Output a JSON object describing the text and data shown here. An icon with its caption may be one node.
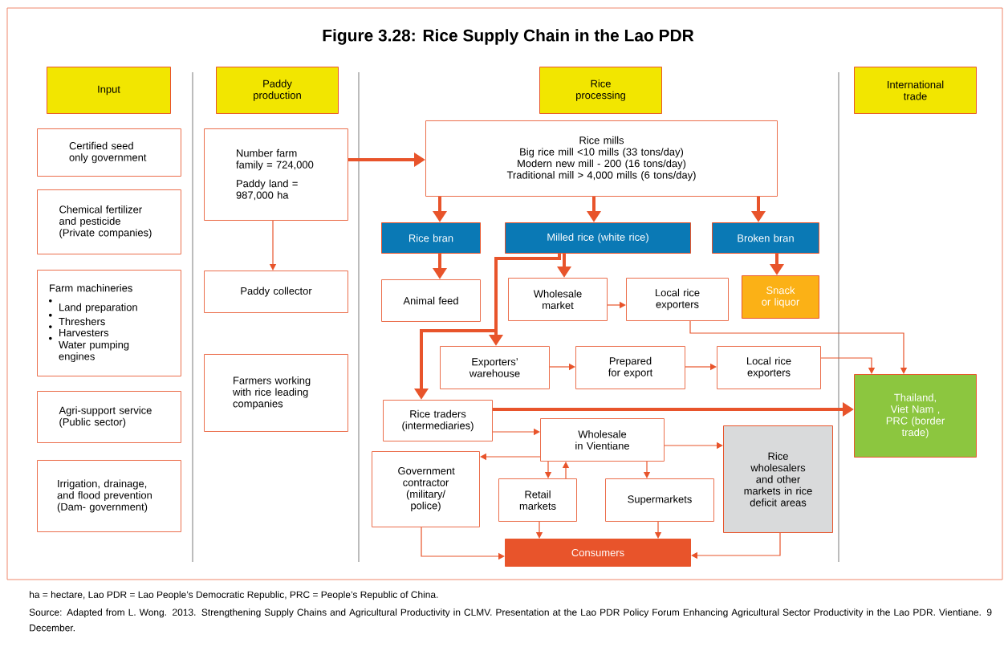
{
  "diagram": {
    "title": "Figure 3.28: Rice Supply Chain in the Lao PDR",
    "nodes": [
      {
        "text": [
          "Input"
        ]
      },
      {
        "text": [
          "Paddy production"
        ]
      },
      {
        "text": [
          "Rice processing"
        ]
      },
      {
        "text": [
          "International trade"
        ]
      },
      {
        "text": [
          "Certified seed only government"
        ]
      },
      {
        "text": [
          "Chemical fertilizer and pesticide (Private companies)"
        ]
      },
      {
        "text": [
          "Farm machineries",
          "Land preparation",
          "Threshers",
          "Harvesters",
          "Water pumping engines"
        ]
      },
      {
        "text": [
          "Agri-support service (Public sector)"
        ]
      },
      {
        "text": [
          "Irrigation, drainage, and flood prevention (Dam- government)"
        ]
      },
      {
        "text": [
          "Number farm family = 724,000",
          "Paddy land = 987,000 ha"
        ]
      },
      {
        "text": [
          "Paddy collector"
        ]
      },
      {
        "text": [
          "Farmers working with rice leading companies"
        ]
      },
      {
        "text": [
          "Rice mills",
          "Big rice mill <10 mills (33 tons/day)",
          "Modern new mill - 200 (16 tons/day)",
          "Traditional mill > 4,000 mills (6 tons/day)"
        ]
      },
      {
        "text": [
          "Rice bran"
        ]
      },
      {
        "text": [
          "Milled rice (white rice)"
        ]
      },
      {
        "text": [
          "Broken bran"
        ]
      },
      {
        "text": [
          "Animal feed"
        ]
      },
      {
        "text": [
          "Wholesale market"
        ]
      },
      {
        "text": [
          "Local rice exporters"
        ]
      },
      {
        "text": [
          "Snack or liquor"
        ]
      },
      {
        "text": [
          "Exporters’ warehouse"
        ]
      },
      {
        "text": [
          "Prepared for export"
        ]
      },
      {
        "text": [
          "Local rice exporters"
        ]
      },
      {
        "text": [
          "Thailand, Viet Nam , PRC (border trade)"
        ]
      },
      {
        "text": [
          "Rice traders (intermediaries)"
        ]
      },
      {
        "text": [
          "Wholesale in Vientiane"
        ]
      },
      {
        "text": [
          "Government contractor (military/ police)"
        ]
      },
      {
        "text": [
          "Retail markets"
        ]
      },
      {
        "text": [
          "Supermarkets"
        ]
      },
      {
        "text": [
          "Rice wholesalers and other markets in rice deficit areas"
        ]
      },
      {
        "text": [
          "Consumers"
        ]
      }
    ],
    "edges": [
      {
        "from": 9,
        "to": 12,
        "arrow": "to",
        "style": "thick"
      },
      {
        "from": 9,
        "to": 10,
        "arrow": "to"
      },
      {
        "from": 12,
        "to": 13,
        "arrow": "to",
        "style": "thick"
      },
      {
        "from": 12,
        "to": 14,
        "arrow": "to",
        "style": "thick"
      },
      {
        "from": 12,
        "to": 15,
        "arrow": "to",
        "style": "thick"
      },
      {
        "from": 13,
        "to": 16,
        "arrow": "to",
        "style": "thick"
      },
      {
        "from": 14,
        "to": 17,
        "arrow": "to",
        "style": "thick"
      },
      {
        "from": 15,
        "to": 19,
        "arrow": "to",
        "style": "thick"
      },
      {
        "from": 14,
        "to": 20,
        "arrow": "to",
        "style": "thick"
      },
      {
        "from": 14,
        "to": 24,
        "arrow": "to",
        "style": "thick"
      },
      {
        "from": 17,
        "to": 18,
        "arrow": "to"
      },
      {
        "from": 18,
        "to": 23,
        "arrow": "to"
      },
      {
        "from": 20,
        "to": 21,
        "arrow": "to"
      },
      {
        "from": 21,
        "to": 22,
        "arrow": "to"
      },
      {
        "from": 22,
        "to": 23,
        "arrow": "to"
      },
      {
        "from": 24,
        "to": 23,
        "arrow": "to",
        "style": "thick"
      },
      {
        "from": 24,
        "to": 25,
        "arrow": "to"
      },
      {
        "from": 25,
        "to": 26,
        "arrow": "to"
      },
      {
        "from": 25,
        "to": 27,
        "arrow": "to"
      },
      {
        "from": 27,
        "to": 25,
        "arrow": "to"
      },
      {
        "from": 25,
        "to": 28,
        "arrow": "to"
      },
      {
        "from": 25,
        "to": 29,
        "arrow": "to"
      },
      {
        "from": 26,
        "to": 30,
        "arrow": "to"
      },
      {
        "from": 27,
        "to": 30,
        "arrow": "to"
      },
      {
        "from": 28,
        "to": 30,
        "arrow": "to"
      },
      {
        "from": 29,
        "to": 30,
        "arrow": "to"
      }
    ],
    "labels": [
      "ha = hectare, Lao PDR = Lao People’s Democratic Republic, PRC = People’s Republic of China.",
      "Source: Adapted from L. Wong. 2013. Strengthening Supply Chains and Agricultural Productivity in CLMV. Presentation at the Lao PDR Policy Forum Enhancing Agricultural Sector Productivity in the Lao PDR. Vientiane. 9 December."
    ]
  }
}
